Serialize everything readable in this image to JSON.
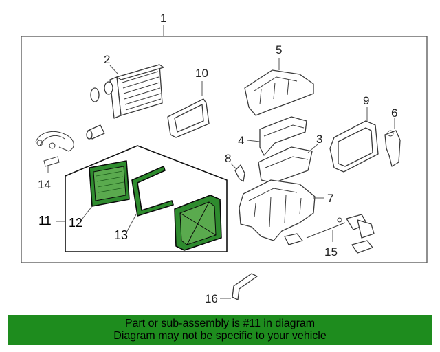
{
  "callouts": {
    "c1": "1",
    "c2": "2",
    "c3": "3",
    "c4": "4",
    "c5": "5",
    "c6": "6",
    "c7": "7",
    "c8": "8",
    "c9": "9",
    "c10": "10",
    "c11": "11",
    "c12": "12",
    "c13": "13",
    "c14": "14",
    "c15": "15",
    "c16": "16"
  },
  "banner": {
    "line1": "Part or sub-assembly is #11 in diagram",
    "line2": "Diagram may not be specific to your vehicle"
  },
  "colors": {
    "highlight": "#2e8b2e",
    "banner": "#1e8c1e",
    "line": "#3a3a3a"
  }
}
